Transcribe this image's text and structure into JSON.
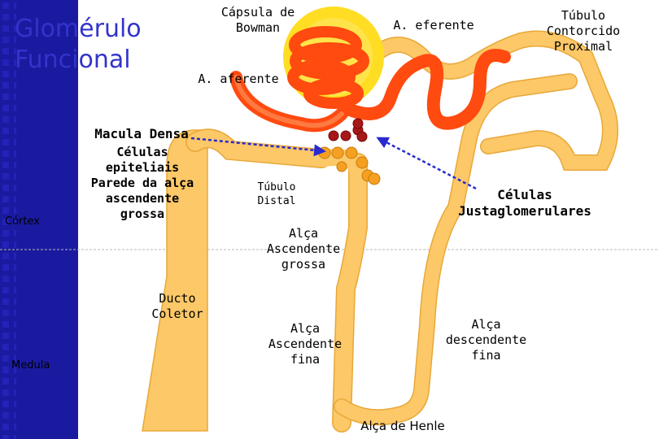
{
  "title": {
    "line1": "Glomérulo",
    "line2": "Funcional"
  },
  "zones": {
    "cortex": "Córtex",
    "medula": "Medula"
  },
  "labels": {
    "capsula": "Cápsula de\nBowman",
    "eferente": "A. eferente",
    "tubulo_proximal": "Túbulo\nContorcido\nProximal",
    "aferente": "A. aferente",
    "macula_densa": "Macula Densa",
    "celulas_epiteliais": "Células\nepiteliais\nParede da alça\nascendente\ngrossa",
    "tubulo_distal": "Túbulo\nDistal",
    "celulas_jg": "Células\nJustaglomerulares",
    "alca_asc_grossa": "Alça\nAscendente\ngrossa",
    "ducto_coletor": "Ducto\nColetor",
    "alca_asc_fina": "Alça\nAscendente\nfina",
    "alca_desc_fina": "Alça\ndescendente\nfina",
    "alca_henle": "Alça de Henle"
  },
  "colors": {
    "sidebar": "#1a1aa0",
    "tubule": "#fcc868",
    "tubule_edge": "#e8a838",
    "capsule": "#ffdd22",
    "vessel": "#ff4a10",
    "macula_cells": "#a81818",
    "jg_cells": "#f5a020",
    "arrow": "#2a2ad0",
    "title": "#3333cc"
  }
}
